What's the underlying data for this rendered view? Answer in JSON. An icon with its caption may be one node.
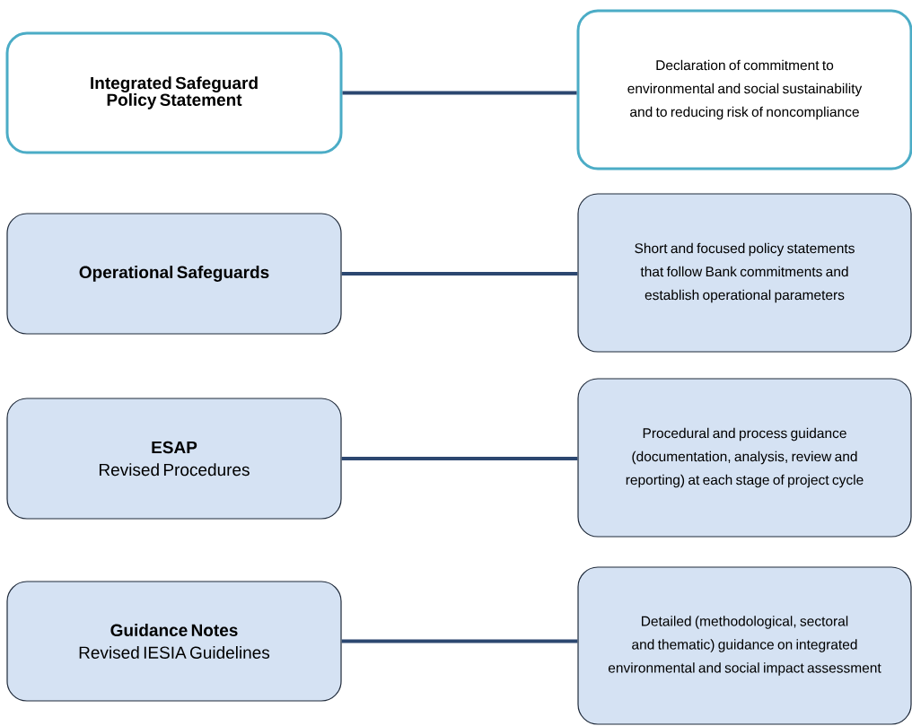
{
  "diagram": {
    "nodes": [
      {
        "text": [
          "Integrated Safeguard Policy Statement"
        ]
      },
      {
        "text": [
          "Declaration of commitment to environmental and social sustainability and to reducing risk of noncompliance"
        ]
      },
      {
        "text": [
          "Operational Safeguards"
        ]
      },
      {
        "text": [
          "Short and focused policy statements that follow Bank commitments and establish operational parameters"
        ]
      },
      {
        "text": [
          "ESAP",
          "Revised Procedures"
        ]
      },
      {
        "text": [
          "Procedural and process guidance (documentation, analysis, review and reporting) at each stage of project cycle"
        ]
      },
      {
        "text": [
          "Guidance Notes",
          "Revised IESIA Guidelines"
        ]
      },
      {
        "text": [
          "Detailed (methodological, sectoral and thematic) guidance on integrated environmental and social impact assessment"
        ]
      }
    ],
    "edges": [
      {
        "from": 0,
        "to": 1,
        "arrow": "none"
      },
      {
        "from": 2,
        "to": 3,
        "arrow": "none"
      },
      {
        "from": 4,
        "to": 5,
        "arrow": "none"
      },
      {
        "from": 6,
        "to": 7,
        "arrow": "none"
      }
    ]
  }
}
